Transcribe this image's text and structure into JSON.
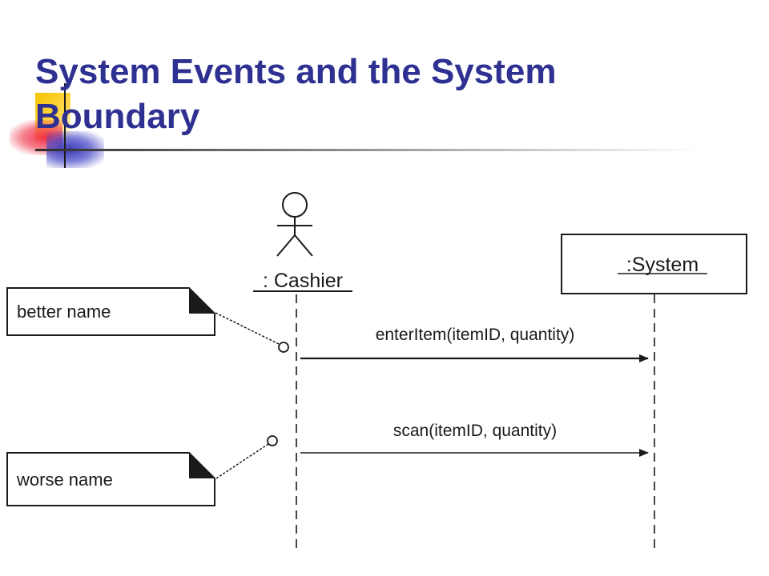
{
  "slide": {
    "title_line1": "System Events and the System",
    "title_line2": "Boundary"
  },
  "diagram": {
    "actor_label": ": Cashier",
    "system_label": ":System",
    "messages": [
      {
        "label": "enterItem(itemID, quantity)"
      },
      {
        "label": "scan(itemID, quantity)"
      }
    ],
    "notes": [
      {
        "label": "better name"
      },
      {
        "label": "worse name"
      }
    ]
  },
  "colors": {
    "title": "#2e3192",
    "line": "#1a1a1a"
  }
}
